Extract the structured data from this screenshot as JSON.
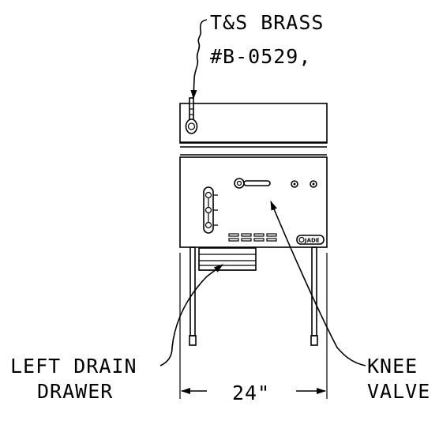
{
  "labels": {
    "faucet_line1": "T&S BRASS",
    "faucet_line2": "#B-0529,",
    "drawer_line1": "LEFT DRAIN",
    "drawer_line2": "DRAWER",
    "valve_line1": "KNEE",
    "valve_line2": "VALVE",
    "dimension": "24\"",
    "logo": "JADE"
  }
}
